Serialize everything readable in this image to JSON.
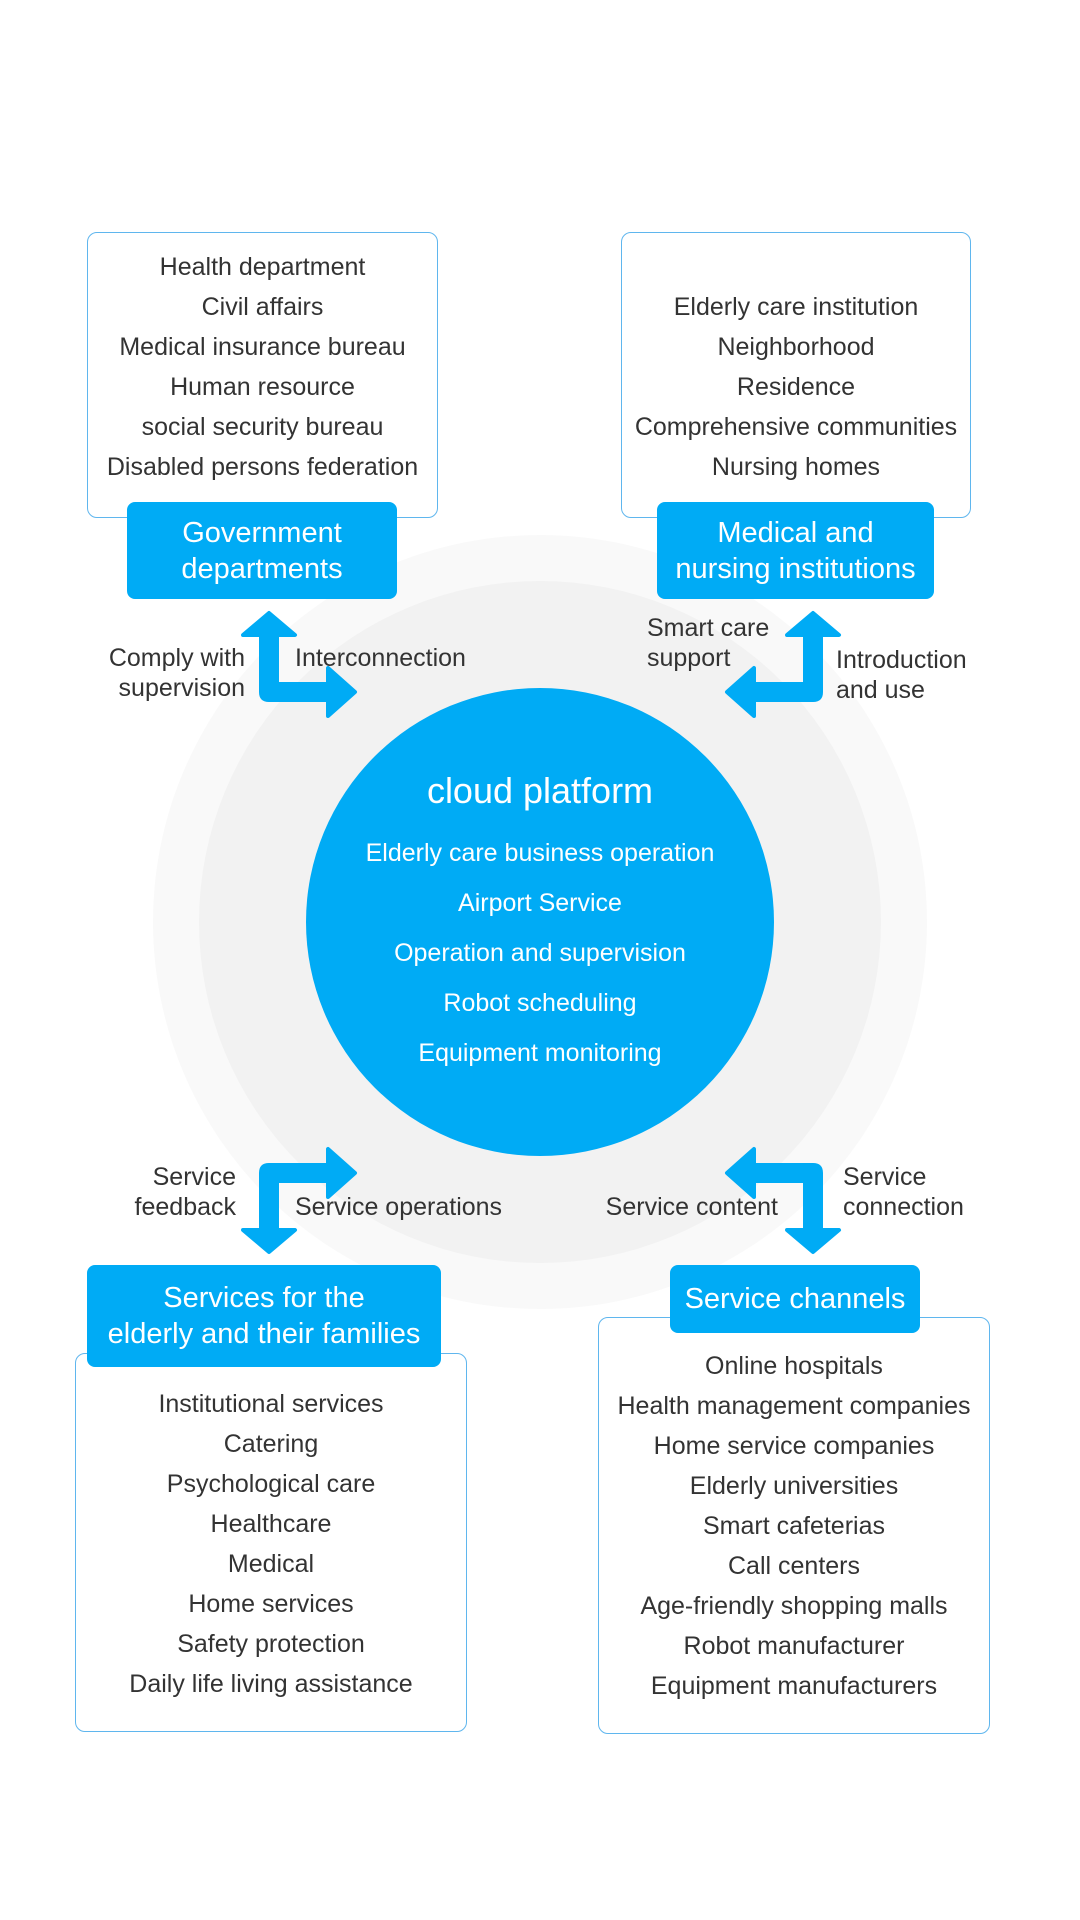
{
  "colors": {
    "accent": "#00abf5",
    "card_border": "#5fb6ee",
    "text": "#333333",
    "ring_outer": "#f9f9f9",
    "ring_inner": "#f2f2f2"
  },
  "center": {
    "title": "cloud platform",
    "items": [
      "Elderly care business operation",
      "Airport Service",
      "Operation and supervision",
      "Robot scheduling",
      "Equipment monitoring"
    ]
  },
  "government": {
    "title_line1": "Government",
    "title_line2": "departments",
    "items": [
      "Health department",
      "Civil affairs",
      "Medical insurance bureau",
      "Human resource",
      "social security bureau",
      "Disabled persons federation"
    ]
  },
  "medical": {
    "title_line1": "Medical and",
    "title_line2": "nursing institutions",
    "items": [
      "Elderly care institution",
      "Neighborhood",
      "Residence",
      "Comprehensive communities",
      "Nursing homes"
    ]
  },
  "elderly": {
    "title_line1": "Services for the",
    "title_line2": "elderly and their families",
    "items": [
      "Institutional services",
      "Catering",
      "Psychological care",
      "Healthcare",
      "Medical",
      "Home services",
      "Safety protection",
      "Daily life living assistance"
    ]
  },
  "channels": {
    "title": "Service channels",
    "items": [
      "Online hospitals",
      "Health management companies",
      "Home service companies",
      "Elderly universities",
      "Smart cafeterias",
      "Call centers",
      "Age-friendly shopping malls",
      "Robot manufacturer",
      "Equipment manufacturers"
    ]
  },
  "flows": {
    "gov_left_line1": "Comply with",
    "gov_left_line2": "supervision",
    "gov_right": "Interconnection",
    "med_left_line1": "Smart care",
    "med_left_line2": "support",
    "med_right_line1": "Introduction",
    "med_right_line2": "and use",
    "eld_left_line1": "Service",
    "eld_left_line2": "feedback",
    "eld_right": "Service operations",
    "ch_left": "Service content",
    "ch_right_line1": "Service",
    "ch_right_line2": "connection"
  }
}
